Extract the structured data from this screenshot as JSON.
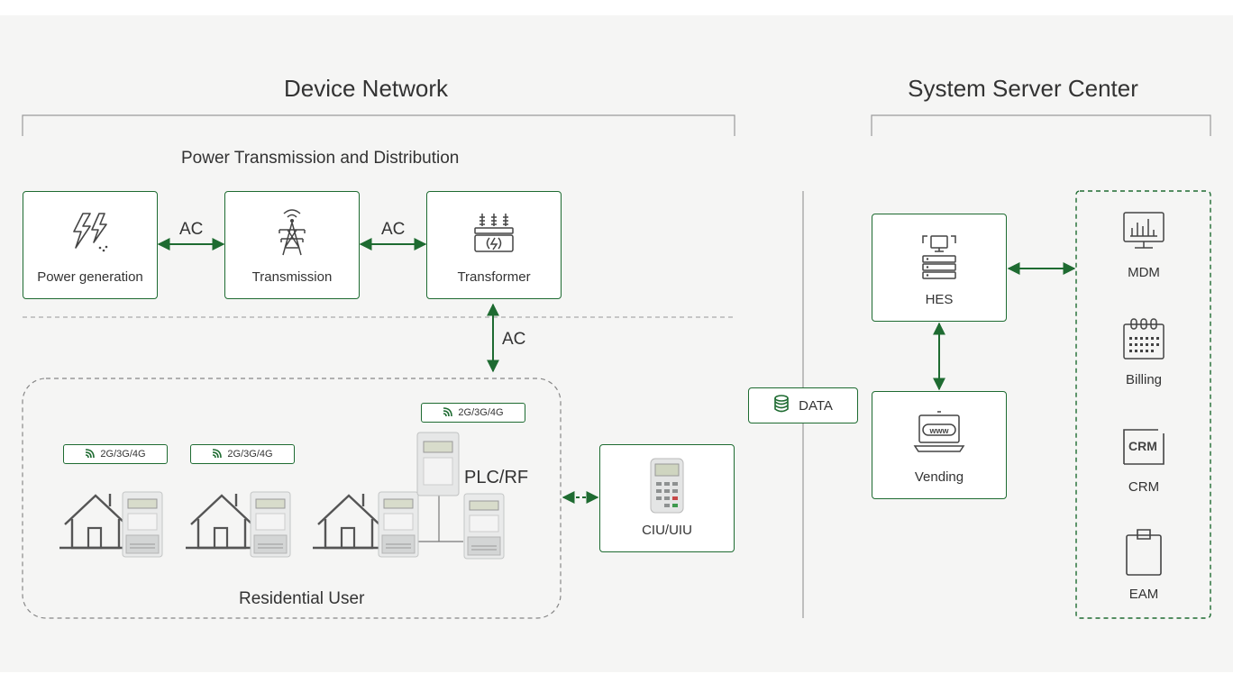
{
  "device_network": {
    "title": "Device Network",
    "transmission_heading": "Power Transmission and Distribution",
    "nodes": [
      {
        "label": "Power generation",
        "icon": "lightning-icon"
      },
      {
        "label": "Transmission",
        "icon": "transmission-tower-icon"
      },
      {
        "label": "Transformer",
        "icon": "transformer-icon"
      }
    ],
    "links": [
      "AC",
      "AC",
      "AC"
    ],
    "residential": {
      "label": "Residential User",
      "network_badges": [
        "2G/3G/4G",
        "2G/3G/4G",
        "2G/3G/4G"
      ],
      "plc_label": "PLC/RF"
    },
    "ciu": {
      "label": "CIU/UIU",
      "icon": "keypad-unit-icon"
    }
  },
  "data_link": {
    "label": "DATA",
    "icon": "database-icon"
  },
  "system_server_center": {
    "title": "System Server Center",
    "hes": {
      "label": "HES",
      "icon": "server-icon"
    },
    "vending": {
      "label": "Vending",
      "icon": "www-laptop-icon"
    },
    "services": [
      {
        "label": "MDM",
        "icon": "monitor-chart-icon"
      },
      {
        "label": "Billing",
        "icon": "calendar-icon"
      },
      {
        "label": "CRM",
        "icon": "crm-icon",
        "icon_text": "CRM"
      },
      {
        "label": "EAM",
        "icon": "clipboard-icon"
      }
    ]
  },
  "colors": {
    "accent": "#1e6b31",
    "text": "#333333",
    "line": "#9a9a9a",
    "background": "#f5f5f4"
  }
}
